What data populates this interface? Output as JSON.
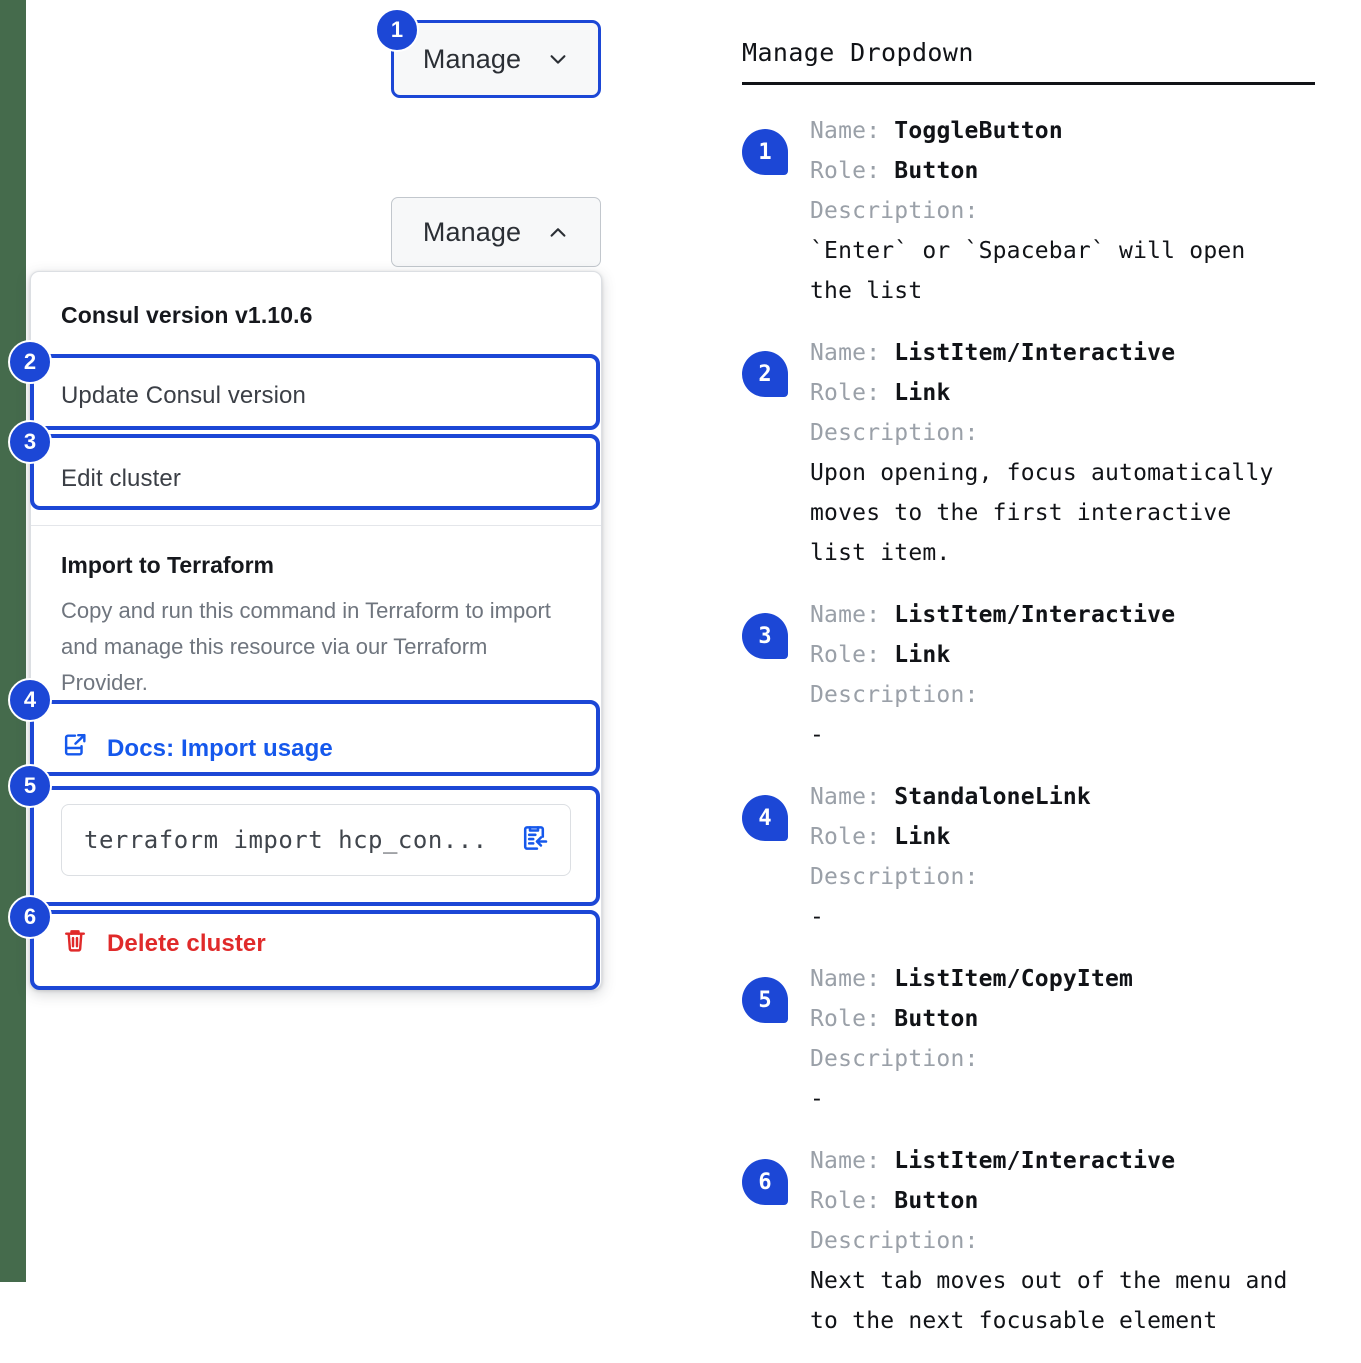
{
  "page_edge_color": "#456b4c",
  "accent_blue": "#1c47d6",
  "link_blue": "#1558ec",
  "danger_red": "#e02a2a",
  "ui": {
    "toggle_closed": {
      "label": "Manage",
      "icon": "chevron-down-icon"
    },
    "toggle_open": {
      "label": "Manage",
      "icon": "chevron-up-icon"
    },
    "dropdown": {
      "version_heading": "Consul version v1.10.6",
      "update_item": "Update Consul version",
      "edit_item": "Edit cluster",
      "terraform_title": "Import to Terraform",
      "terraform_desc": "Copy and run this command in Terraform to import and manage this resource via our Terraform Provider.",
      "docs_link": "Docs: Import usage",
      "docs_icon": "external-link-docs-icon",
      "command_value": "terraform import hcp_con...",
      "copy_icon": "copy-to-clipboard-icon",
      "delete_label": "Delete cluster",
      "delete_icon": "trash-icon"
    },
    "markers": [
      "1",
      "2",
      "3",
      "4",
      "5",
      "6"
    ]
  },
  "annotations": {
    "title": "Manage Dropdown",
    "labels": {
      "name": "Name:",
      "role": "Role:",
      "description": "Description:"
    },
    "items": [
      {
        "marker": "1",
        "name": "ToggleButton",
        "role": "Button",
        "description": "`Enter` or `Spacebar` will open\nthe list"
      },
      {
        "marker": "2",
        "name": "ListItem/Interactive",
        "role": "Link",
        "description": "Upon opening, focus automatically\nmoves to the first interactive\nlist item."
      },
      {
        "marker": "3",
        "name": "ListItem/Interactive",
        "role": "Link",
        "description": "-"
      },
      {
        "marker": "4",
        "name": "StandaloneLink",
        "role": "Link",
        "description": "-"
      },
      {
        "marker": "5",
        "name": "ListItem/CopyItem",
        "role": "Button",
        "description": "-"
      },
      {
        "marker": "6",
        "name": "ListItem/Interactive",
        "role": "Button",
        "description": "Next tab moves out of the menu and\nto the next focusable element"
      }
    ]
  }
}
